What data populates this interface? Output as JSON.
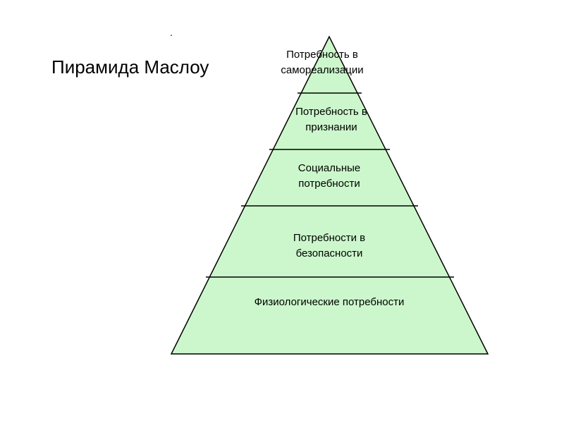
{
  "title": "Пирамида Маслоу",
  "dot": ".",
  "colors": {
    "fill": "#ccf7cc",
    "stroke": "#000000"
  },
  "levels": [
    {
      "lines": [
        "Потребность в",
        "самореализации"
      ]
    },
    {
      "lines": [
        "Потребность в",
        "признании"
      ]
    },
    {
      "lines": [
        "Социальные",
        "потребности"
      ]
    },
    {
      "lines": [
        "Потребности в",
        "безопасности"
      ]
    },
    {
      "lines": [
        "Физиологические потребности"
      ]
    }
  ]
}
